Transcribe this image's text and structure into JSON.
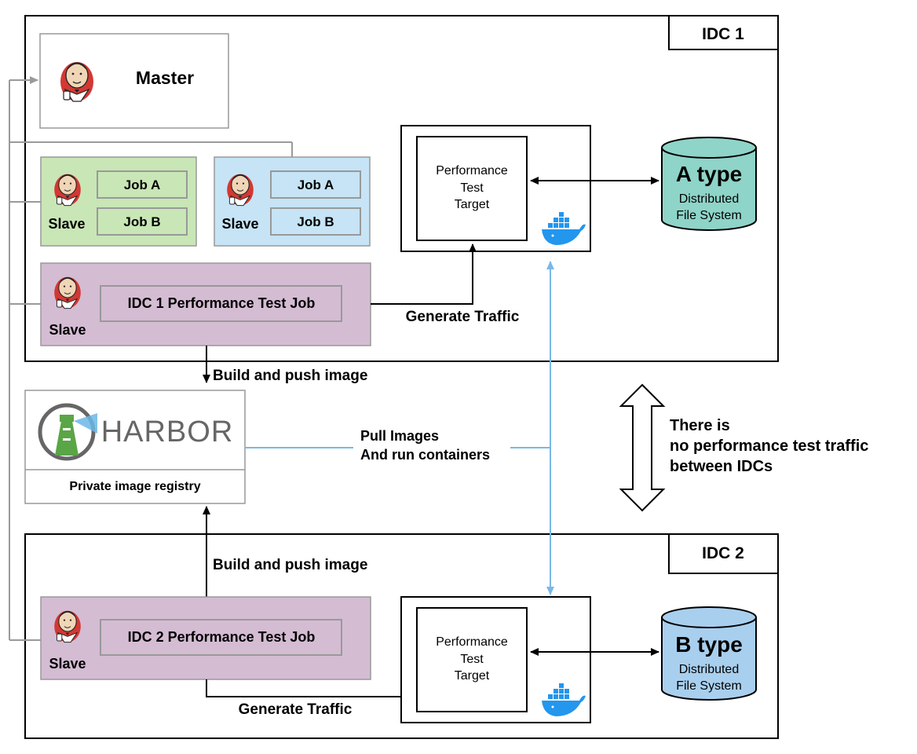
{
  "idc1": {
    "label": "IDC 1"
  },
  "idc2": {
    "label": "IDC 2"
  },
  "master": {
    "label": "Master"
  },
  "slave_green": {
    "label": "Slave",
    "jobs": [
      "Job A",
      "Job B"
    ]
  },
  "slave_blue": {
    "label": "Slave",
    "jobs": [
      "Job A",
      "Job B"
    ]
  },
  "slave_idc1": {
    "label": "Slave",
    "job": "IDC 1 Performance Test Job"
  },
  "slave_idc2": {
    "label": "Slave",
    "job": "IDC 2 Performance Test Job"
  },
  "target_idc1": {
    "lines": [
      "Performance",
      "Test",
      "Target"
    ]
  },
  "target_idc2": {
    "lines": [
      "Performance",
      "Test",
      "Target"
    ]
  },
  "storage_a": {
    "type": "A type",
    "lines": [
      "Distributed",
      "File System"
    ]
  },
  "storage_b": {
    "type": "B type",
    "lines": [
      "Distributed",
      "File System"
    ]
  },
  "harbor": {
    "logo_text": "HARBOR",
    "caption": "Private image registry"
  },
  "edges": {
    "generate_traffic_1": "Generate Traffic",
    "generate_traffic_2": "Generate Traffic",
    "build_push_1": "Build and push image",
    "build_push_2": "Build and push image",
    "pull_images": [
      "Pull Images",
      "And run containers"
    ]
  },
  "note": {
    "lines": [
      "There is",
      "no performance test traffic",
      "between IDCs"
    ]
  },
  "colors": {
    "green_slave": "#c9e6b6",
    "blue_slave": "#c6e4f5",
    "purple_slave": "#d4bcd3",
    "cylinder_a": "#8fd4c8",
    "cylinder_b": "#a9cfee",
    "blue_line": "#7ab8e6",
    "gray_line": "#9a9a9a"
  },
  "icons": [
    "jenkins-butler-icon",
    "docker-whale-icon",
    "harbor-lighthouse-icon"
  ]
}
